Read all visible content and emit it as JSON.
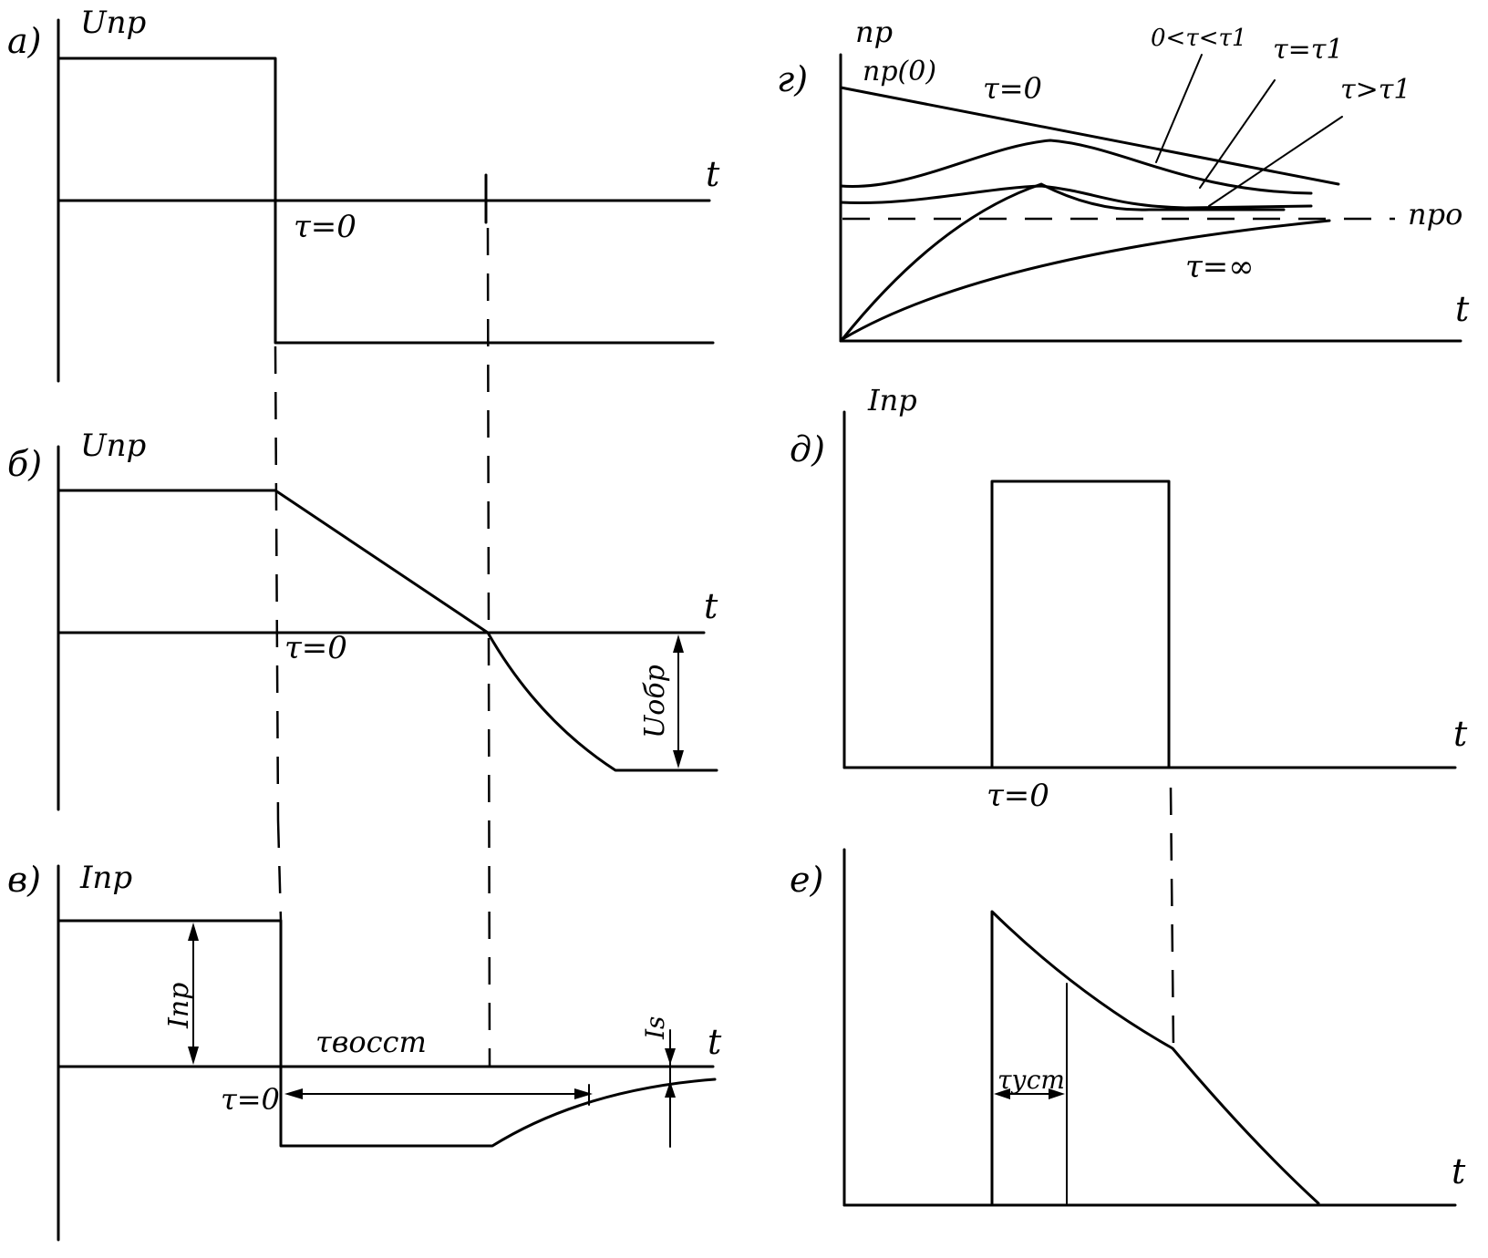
{
  "panels": {
    "a": {
      "letter": "а)",
      "ylabel": "Uпр",
      "xlabel": "t",
      "marker": "τ=0"
    },
    "b": {
      "letter": "б)",
      "ylabel": "Uпр",
      "xlabel": "t",
      "marker": "τ=0",
      "dim_label": "Uобр"
    },
    "v": {
      "letter": "в)",
      "ylabel": "Iпр",
      "xlabel": "t",
      "marker": "τ=0",
      "dim_height": "Iпр",
      "dim_recovery": "τвосст",
      "dim_small": "Is"
    },
    "g": {
      "letter": "г)",
      "ylabel": "np",
      "xlabel": "t",
      "np0": "np(0)",
      "curve_t0": "τ=0",
      "curve_between": "0<τ<τ1",
      "curve_eq": "τ=τ1",
      "curve_gt": "τ>τ1",
      "curve_inf": "τ=∞",
      "level": "npo"
    },
    "d": {
      "letter": "д)",
      "ylabel": "Iпр",
      "xlabel": "t",
      "marker": "τ=0"
    },
    "e": {
      "letter": "е)",
      "xlabel": "t",
      "dim_label": "τуст"
    }
  }
}
